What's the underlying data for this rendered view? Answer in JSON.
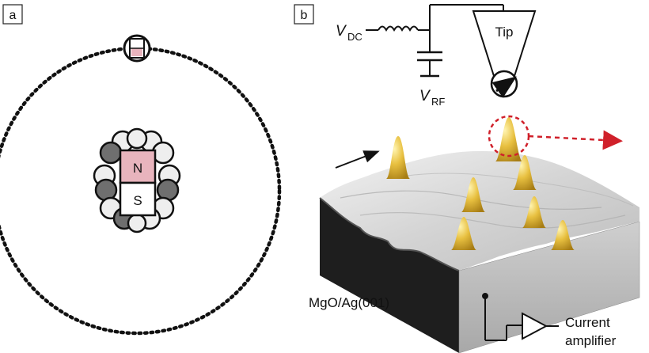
{
  "panels": {
    "a": {
      "label": "a"
    },
    "b": {
      "label": "b"
    }
  },
  "magnet": {
    "north_label": "N",
    "south_label": "S"
  },
  "circuit": {
    "vdc_symbol": "V",
    "vdc_subscript": "DC",
    "vrf_symbol": "V",
    "vrf_subscript": "RF",
    "tip_label": "Tip"
  },
  "surface": {
    "substrate_label": "MgO/Ag(001)",
    "amplifier_label_line1": "Current",
    "amplifier_label_line2": "amplifier"
  },
  "colors": {
    "north_fill": "#e8b4bd",
    "south_fill": "#ffffff",
    "dark_atom": "#6f6f6f",
    "light_atom": "#eeeeee",
    "peak_yellow": "#e0b43a",
    "highlight_red": "#d0202a",
    "surface_top": "#d9d9d9",
    "surface_front": "#bcbcbc",
    "surface_side": "#1e1e1e"
  }
}
